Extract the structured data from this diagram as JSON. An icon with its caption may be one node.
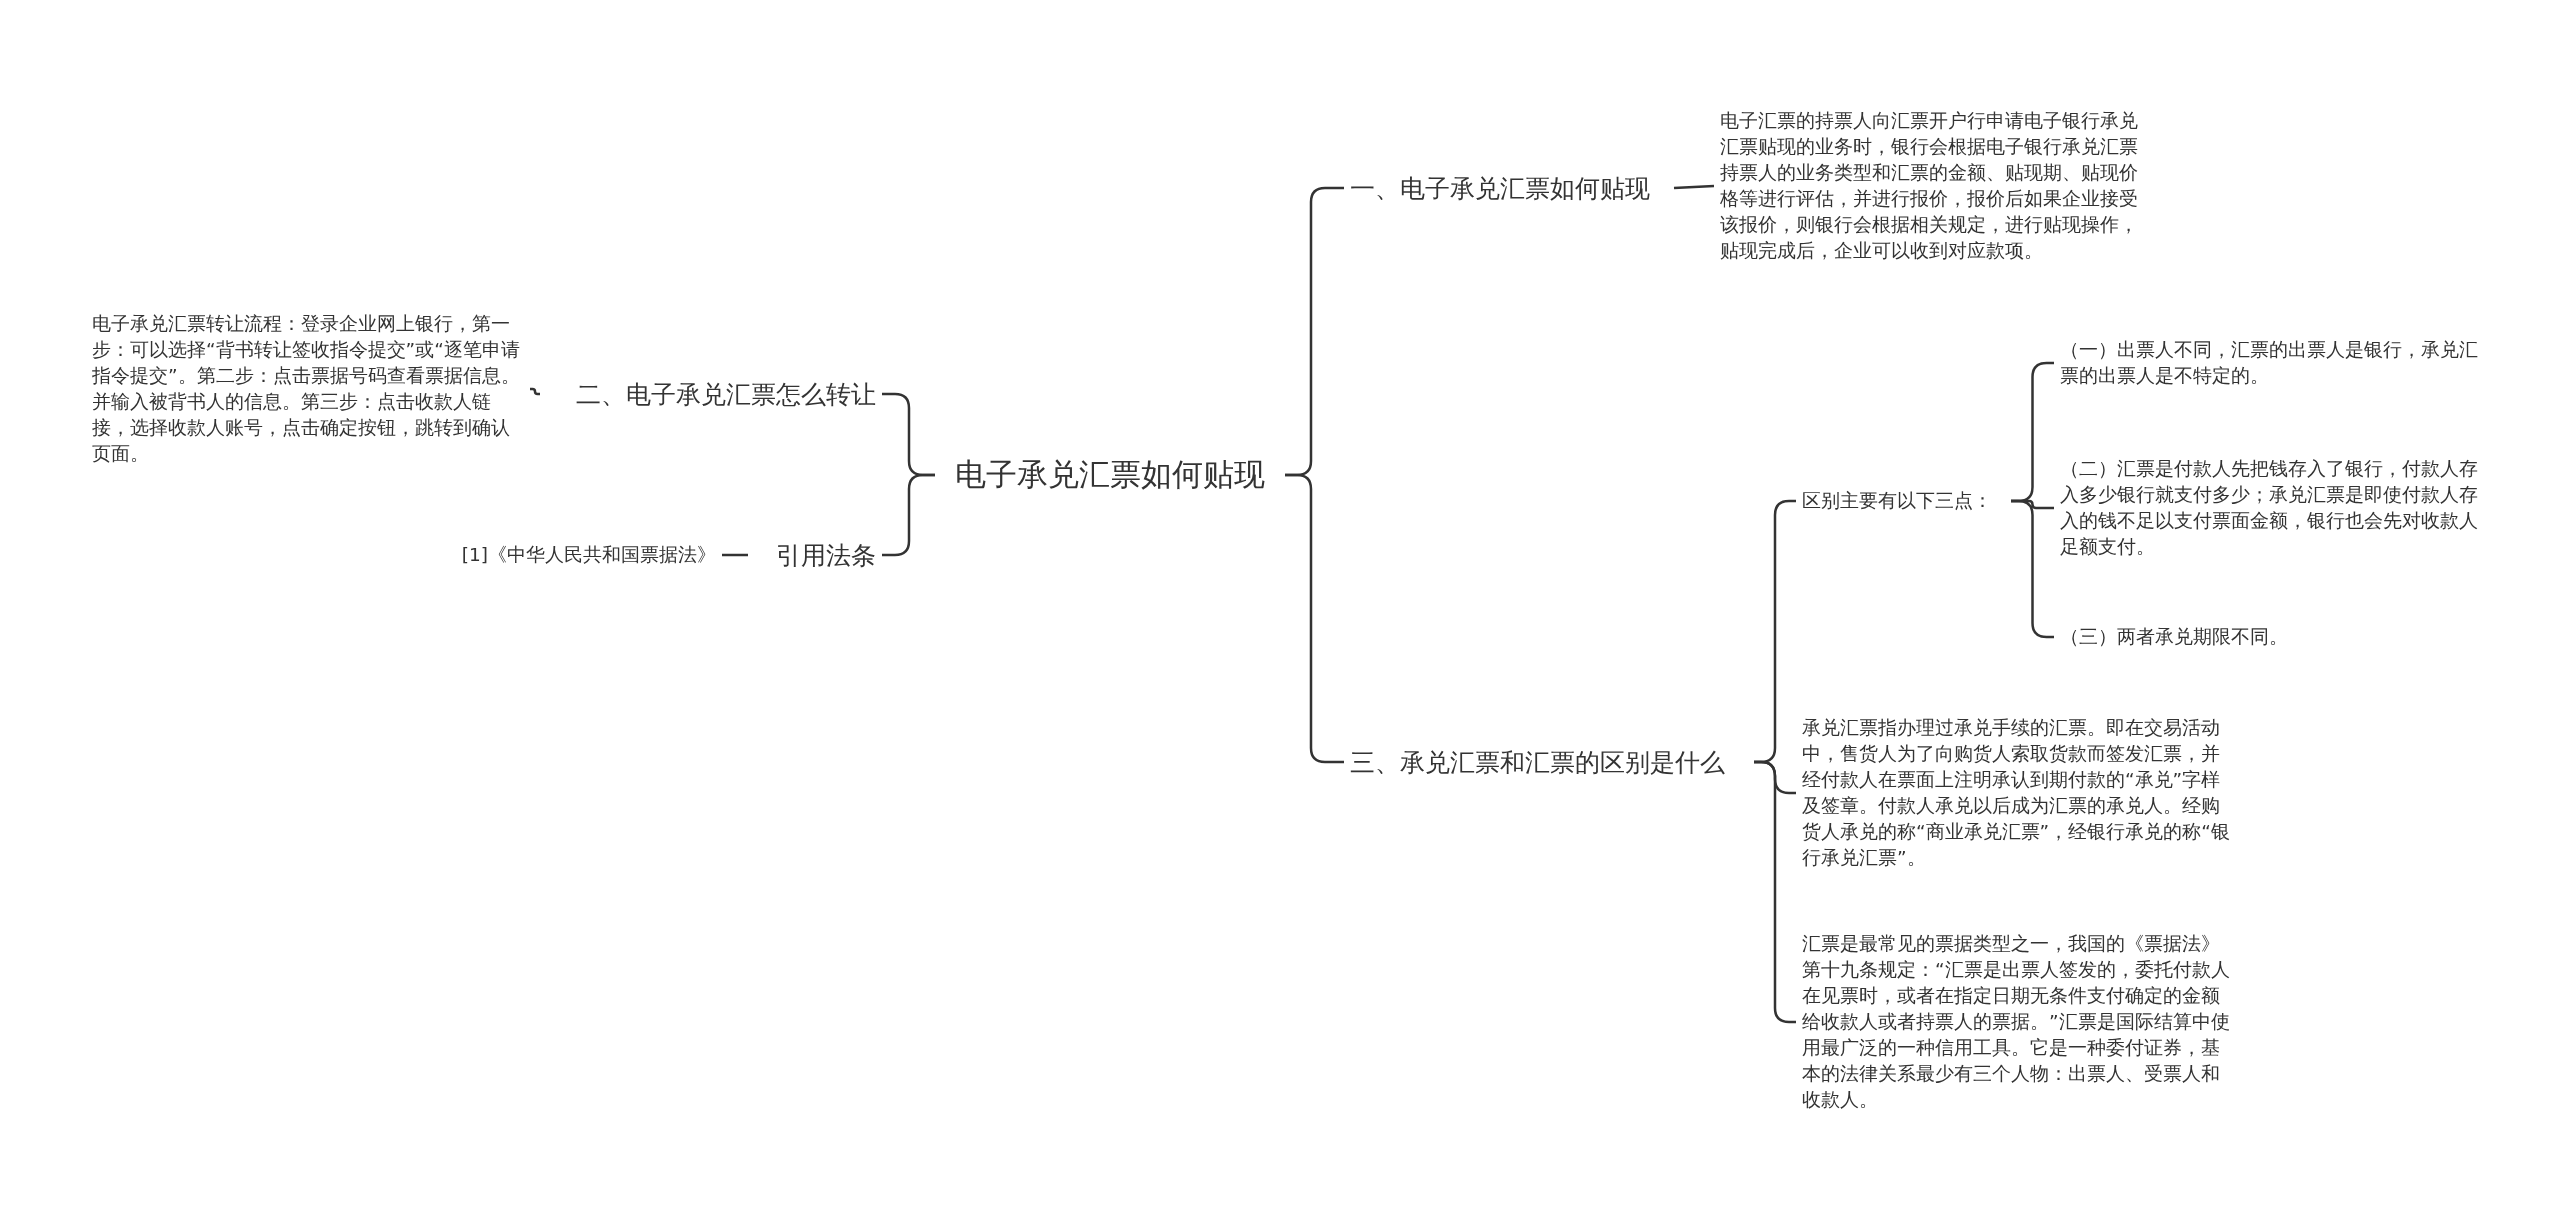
{
  "diagram": {
    "nodes": [
      {
        "text": [
          "电子承兑汇票如何贴现"
        ]
      },
      {
        "text": [
          "一、电子承兑汇票如何贴现"
        ]
      },
      {
        "text": [
          "电子汇票的持票人向汇票开户行申请电子银行承兑汇票贴现的业务时，银行会根据电子银行承兑汇票持票人的业务类型和汇票的金额、贴现期、贴现价格等进行评估，并进行报价，报价后如果企业接受该报价，则银行会根据相关规定，进行贴现操作，贴现完成后，企业可以收到对应款项。"
        ]
      },
      {
        "text": [
          "三、承兑汇票和汇票的区别是什么"
        ]
      },
      {
        "text": [
          "区别主要有以下三点："
        ]
      },
      {
        "text": [
          "（一）出票人不同，汇票的出票人是银行，承兑汇票的出票人是不特定的。"
        ]
      },
      {
        "text": [
          "（二）汇票是付款人先把钱存入了银行，付款人存入多少银行就支付多少；承兑汇票是即使付款人存入的钱不足以支付票面金额，银行也会先对收款人足额支付。"
        ]
      },
      {
        "text": [
          "（三）两者承兑期限不同。"
        ]
      },
      {
        "text": [
          "承兑汇票指办理过承兑手续的汇票。即在交易活动中，售货人为了向购货人索取货款而签发汇票，并经付款人在票面上注明承认到期付款的“承兑”字样及签章。付款人承兑以后成为汇票的承兑人。经购货人承兑的称“商业承兑汇票”，经银行承兑的称“银行承兑汇票”。"
        ]
      },
      {
        "text": [
          "汇票是最常见的票据类型之一，我国的《票据法》第十九条规定：“汇票是出票人签发的，委托付款人在见票时，或者在指定日期无条件支付确定的金额给收款人或者持票人的票据。”汇票是国际结算中使用最广泛的一种信用工具。它是一种委付证券，基本的法律关系最少有三个人物：出票人、受票人和收款人。"
        ]
      },
      {
        "text": [
          "二、电子承兑汇票怎么转让"
        ]
      },
      {
        "text": [
          "电子承兑汇票转让流程：登录企业网上银行，第一步：可以选择“背书转让签收指令提交”或“逐笔申请指令提交”。第二步：点击票据号码查看票据信息。并输入被背书人的信息。第三步：点击收款人链接，选择收款人账号，点击确定按钮，跳转到确认页面。"
        ]
      },
      {
        "text": [
          "引用法条"
        ]
      },
      {
        "text": [
          "[1]《中华人民共和国票据法》"
        ]
      }
    ],
    "edges": [
      {
        "from": 0,
        "to": 1,
        "arrow": "none"
      },
      {
        "from": 1,
        "to": 2,
        "arrow": "none"
      },
      {
        "from": 0,
        "to": 3,
        "arrow": "none"
      },
      {
        "from": 3,
        "to": 4,
        "arrow": "none"
      },
      {
        "from": 4,
        "to": 5,
        "arrow": "none"
      },
      {
        "from": 4,
        "to": 6,
        "arrow": "none"
      },
      {
        "from": 4,
        "to": 7,
        "arrow": "none"
      },
      {
        "from": 3,
        "to": 8,
        "arrow": "none"
      },
      {
        "from": 3,
        "to": 9,
        "arrow": "none"
      },
      {
        "from": 0,
        "to": 10,
        "arrow": "none"
      },
      {
        "from": 10,
        "to": 11,
        "arrow": "none"
      },
      {
        "from": 0,
        "to": 12,
        "arrow": "none"
      },
      {
        "from": 12,
        "to": 13,
        "arrow": "none"
      }
    ]
  }
}
